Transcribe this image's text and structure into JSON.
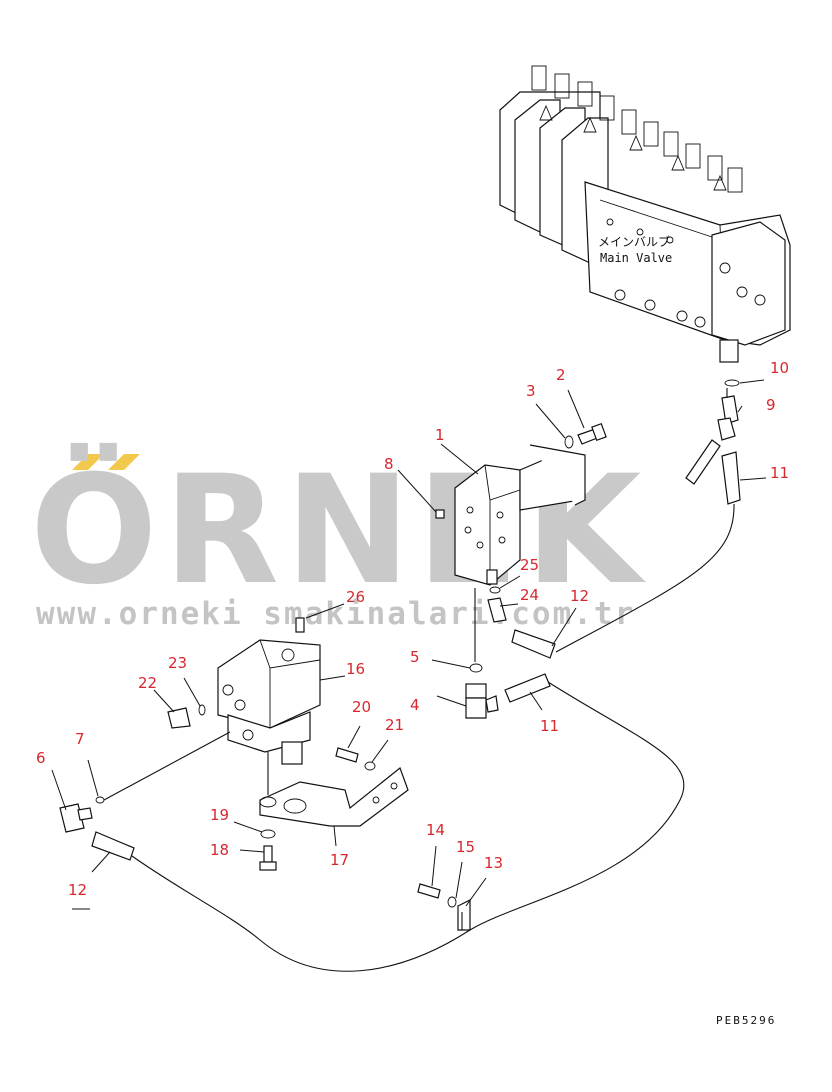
{
  "watermark": {
    "brand": "ÖRNEK",
    "url": "www.orneki smakinalari.com.tr"
  },
  "main_valve": {
    "label_jp": "メインバルブ",
    "label_en": "Main Valve"
  },
  "drawing_code": "PEB5296",
  "callouts": [
    "1",
    "2",
    "3",
    "4",
    "5",
    "6",
    "7",
    "8",
    "9",
    "10",
    "11",
    "11",
    "12",
    "12",
    "13",
    "14",
    "15",
    "16",
    "17",
    "18",
    "19",
    "20",
    "21",
    "22",
    "23",
    "24",
    "25",
    "26"
  ],
  "colors": {
    "callout": "#d8272e",
    "watermark": "#c9c9c9",
    "watermark_accent": "#f2c94c"
  }
}
